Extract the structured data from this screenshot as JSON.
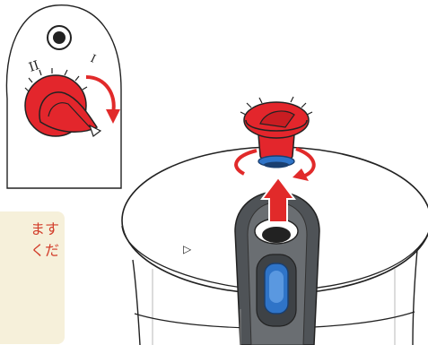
{
  "illustration": {
    "handle_marks": {
      "position_one": "I",
      "position_two": "II"
    },
    "lid_arrow_symbol": "▷"
  },
  "note_panel": {
    "line_1": "ます",
    "line_2": "くだ"
  },
  "colors": {
    "valve_red": "#e3262c",
    "arrow_red": "#e12a2a",
    "blue_indicator": "#2f74c8",
    "handle_dark": "#4f5357",
    "note_background": "#f6f0da",
    "note_text": "#d23d2a",
    "outline": "#222222"
  }
}
